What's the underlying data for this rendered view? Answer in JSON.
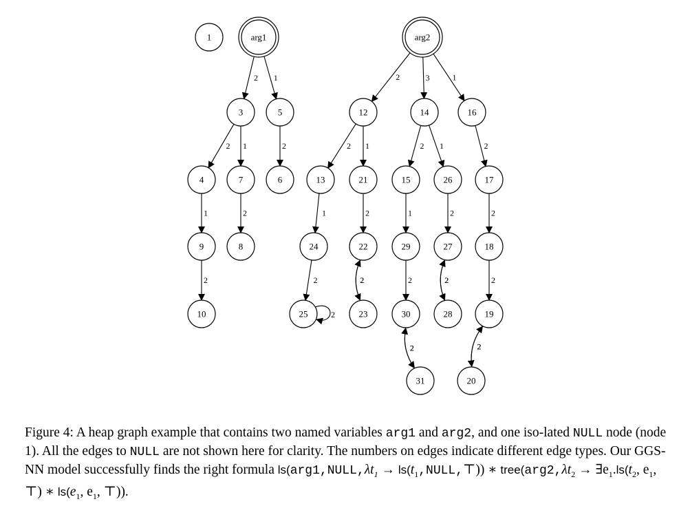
{
  "graph": {
    "nodes": [
      {
        "id": "1",
        "label": "1"
      },
      {
        "id": "arg1",
        "label": "arg1",
        "double": true
      },
      {
        "id": "arg2",
        "label": "arg2",
        "double": true
      },
      {
        "id": "3",
        "label": "3"
      },
      {
        "id": "5",
        "label": "5"
      },
      {
        "id": "4",
        "label": "4"
      },
      {
        "id": "7",
        "label": "7"
      },
      {
        "id": "6",
        "label": "6"
      },
      {
        "id": "9",
        "label": "9"
      },
      {
        "id": "8",
        "label": "8"
      },
      {
        "id": "10",
        "label": "10"
      },
      {
        "id": "12",
        "label": "12"
      },
      {
        "id": "14",
        "label": "14"
      },
      {
        "id": "16",
        "label": "16"
      },
      {
        "id": "13",
        "label": "13"
      },
      {
        "id": "21",
        "label": "21"
      },
      {
        "id": "15",
        "label": "15"
      },
      {
        "id": "26",
        "label": "26"
      },
      {
        "id": "17",
        "label": "17"
      },
      {
        "id": "24",
        "label": "24"
      },
      {
        "id": "22",
        "label": "22"
      },
      {
        "id": "29",
        "label": "29"
      },
      {
        "id": "27",
        "label": "27"
      },
      {
        "id": "18",
        "label": "18"
      },
      {
        "id": "25",
        "label": "25"
      },
      {
        "id": "23",
        "label": "23"
      },
      {
        "id": "30",
        "label": "30"
      },
      {
        "id": "28",
        "label": "28"
      },
      {
        "id": "19",
        "label": "19"
      },
      {
        "id": "31",
        "label": "31"
      },
      {
        "id": "20",
        "label": "20"
      }
    ],
    "edges": [
      {
        "from": "arg1",
        "to": "3",
        "label": "2"
      },
      {
        "from": "arg1",
        "to": "5",
        "label": "1"
      },
      {
        "from": "3",
        "to": "4",
        "label": "2"
      },
      {
        "from": "3",
        "to": "7",
        "label": "1"
      },
      {
        "from": "5",
        "to": "6",
        "label": "2"
      },
      {
        "from": "4",
        "to": "9",
        "label": "1"
      },
      {
        "from": "7",
        "to": "8",
        "label": "2"
      },
      {
        "from": "9",
        "to": "10",
        "label": "2"
      },
      {
        "from": "arg2",
        "to": "12",
        "label": "2"
      },
      {
        "from": "arg2",
        "to": "14",
        "label": "3"
      },
      {
        "from": "arg2",
        "to": "16",
        "label": "1"
      },
      {
        "from": "12",
        "to": "13",
        "label": "2"
      },
      {
        "from": "12",
        "to": "21",
        "label": "1"
      },
      {
        "from": "14",
        "to": "15",
        "label": "2"
      },
      {
        "from": "14",
        "to": "26",
        "label": "1"
      },
      {
        "from": "16",
        "to": "17",
        "label": "2"
      },
      {
        "from": "13",
        "to": "24",
        "label": "1"
      },
      {
        "from": "21",
        "to": "22",
        "label": "2"
      },
      {
        "from": "15",
        "to": "29",
        "label": "1"
      },
      {
        "from": "26",
        "to": "27",
        "label": "2"
      },
      {
        "from": "17",
        "to": "18",
        "label": "2"
      },
      {
        "from": "24",
        "to": "25",
        "label": "2"
      },
      {
        "from": "22",
        "to": "23",
        "label": "2",
        "bend": "left"
      },
      {
        "from": "23",
        "to": "22",
        "label": "2",
        "bend": "right"
      },
      {
        "from": "29",
        "to": "30",
        "label": "2"
      },
      {
        "from": "27",
        "to": "28",
        "label": "2",
        "bend": "left"
      },
      {
        "from": "28",
        "to": "27",
        "label": "2",
        "bend": "right"
      },
      {
        "from": "18",
        "to": "19",
        "label": "2"
      },
      {
        "from": "25",
        "to": "25",
        "label": "2",
        "self": true
      },
      {
        "from": "30",
        "to": "31",
        "label": "2",
        "bend": "left"
      },
      {
        "from": "31",
        "to": "30",
        "label": "2",
        "bend": "right"
      },
      {
        "from": "19",
        "to": "20",
        "label": "2",
        "bend": "left"
      },
      {
        "from": "20",
        "to": "19",
        "label": "2",
        "bend": "right"
      }
    ]
  },
  "caption": {
    "p1": "Figure 4: A heap graph example that contains two named variables ",
    "c_arg1": "arg1",
    "p2": " and ",
    "c_arg2": "arg2",
    "p3": ", and one iso-lated ",
    "c_null": "NULL",
    "p4": " node (node 1). All the edges to ",
    "c_null2": "NULL",
    "p5": " are not shown here for clarity. The numbers on edges indicate different edge types. Our GGS-NN model successfully finds the right formula ",
    "formula_a": "ls(",
    "formula_a_args": "arg1,NULL,",
    "formula_b": "λt",
    "formula_b_sub": "1",
    "formula_c": " → ",
    "formula_d": "ls(",
    "formula_e": "t",
    "formula_e_sub": "1",
    "formula_f_mono": ",NULL,",
    "formula_g": "⊤)) ∗ ",
    "formula_h": "tree(",
    "formula_h_args": "arg2,",
    "formula_i": "λt",
    "formula_i_sub": "2",
    "formula_j": " → ∃e",
    "formula_j_sub": "1",
    "formula_k": ".",
    "formula_l": "ls(",
    "formula_m": "t",
    "formula_m_sub": "2",
    "formula_n": ", e",
    "formula_n_sub": "1",
    "formula_o": ", ⊤) ∗ ",
    "formula_p": "ls(",
    "formula_q": "e",
    "formula_q_sub": "1",
    "formula_r": ", e",
    "formula_r_sub": "1",
    "formula_s": ", ⊤))."
  }
}
